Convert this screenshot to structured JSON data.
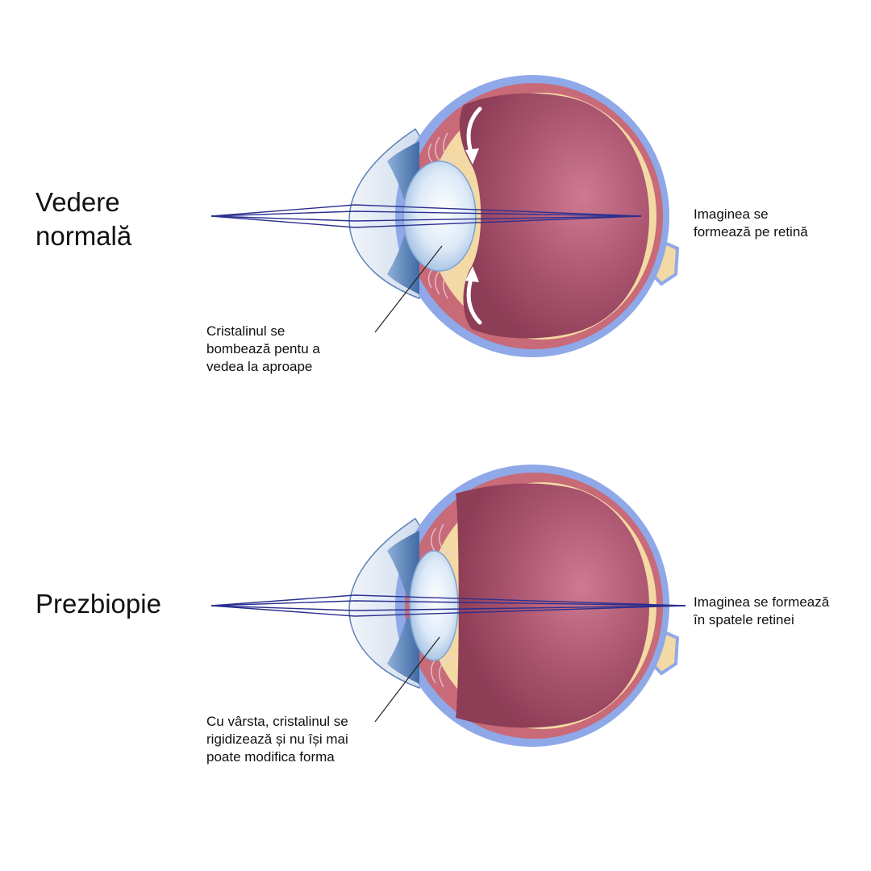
{
  "panels": [
    {
      "title_lines": [
        "Vedere",
        "normală"
      ],
      "right_note_lines": [
        "Imaginea se",
        "formează pe retină"
      ],
      "lens_note_lines": [
        "Cristalinul se",
        "bombează pentu a",
        "vedea la aproape"
      ]
    },
    {
      "title_lines": [
        "Prezbiopie"
      ],
      "right_note_lines": [
        "Imaginea se formează",
        "în spatele retinei"
      ],
      "lens_note_lines": [
        "Cu vârsta, cristalinul se",
        "rigidizează și nu își mai",
        "poate modifica forma"
      ]
    }
  ],
  "colors": {
    "sclera": "#8fa8e8",
    "choroid": "#c86a78",
    "retina": "#f3d9a4",
    "vitreous": "#9a4660",
    "vitreous_light": "#c9728a",
    "cornea": "#dfe8f5",
    "iris": "#5c82b8",
    "lens": "#d8e8f7",
    "ray": "#2b2f8f",
    "pointer": "#222222"
  },
  "icons": [
    "accommodation-arrow-icon"
  ]
}
